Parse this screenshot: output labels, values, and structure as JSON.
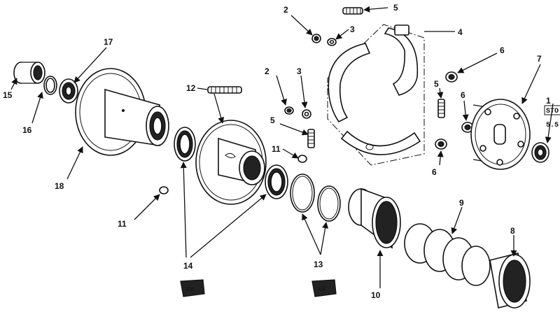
{
  "diagram": {
    "callouts": [
      "1",
      "2",
      "2",
      "3",
      "3",
      "4",
      "5",
      "5",
      "5",
      "6",
      "6",
      "6",
      "7",
      "8",
      "9",
      "10",
      "11",
      "11",
      "12",
      "13",
      "14",
      "15",
      "16",
      "17",
      "18"
    ],
    "edge_box_lines": [
      "STO",
      "5.5"
    ],
    "stamp_text": "AX"
  }
}
